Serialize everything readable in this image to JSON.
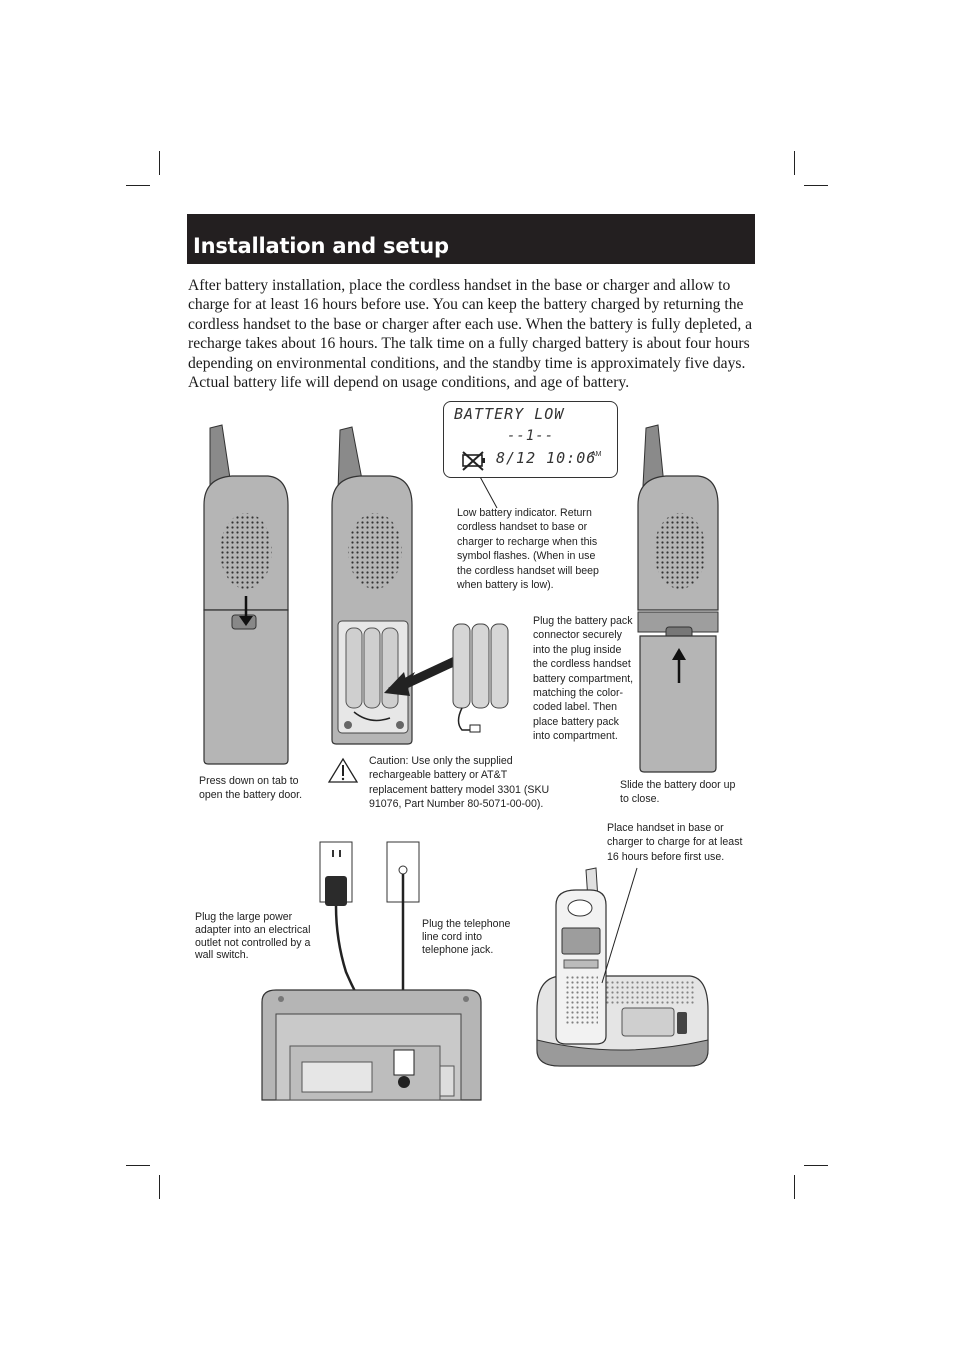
{
  "header": {
    "title": "Installation and setup"
  },
  "intro": "After battery installation, place the cordless handset in the base or charger and allow to charge for at least 16 hours before use. You can keep the battery charged by returning the cordless handset to the base or charger after each use. When the battery is fully depleted, a recharge takes about 16 hours. The talk time on a fully charged battery is about four hours depending on environmental conditions, and the standby time is approximately five days. Actual battery life will depend on usage conditions, and age of battery.",
  "lcd": {
    "line1": "BATTERY LOW",
    "line2": "--1--",
    "line3": "8/12  10:06",
    "ampm": "AM"
  },
  "captions": {
    "low_battery": "Low battery indicator. Return cordless handset to base or charger to recharge when this symbol flashes. (When in use the cordless handset will beep when battery is low).",
    "plug_pack": "Plug the battery pack connector securely into the plug inside the cordless handset battery compartment, matching the color-coded label.  Then place battery pack into compartment.",
    "press_tab": "Press down on tab to open the battery door.",
    "caution": "Caution: Use only the supplied rechargeable battery or AT&T    replacement battery model 3301 (SKU 91076, Part Number 80-5071-00-00).",
    "slide_door": "Slide the battery door up to close.",
    "place_handset": "Place handset in base or charger to charge for at least 16 hours before first use.",
    "power_adapter": "Plug the large  power adapter into an electrical outlet not controlled by a wall switch.",
    "telephone_line": "Plug the telephone line cord into telephone jack."
  },
  "colors": {
    "header_bg": "#231f20",
    "handset_gray": "#b5b5b5",
    "dark_gray": "#555555"
  }
}
